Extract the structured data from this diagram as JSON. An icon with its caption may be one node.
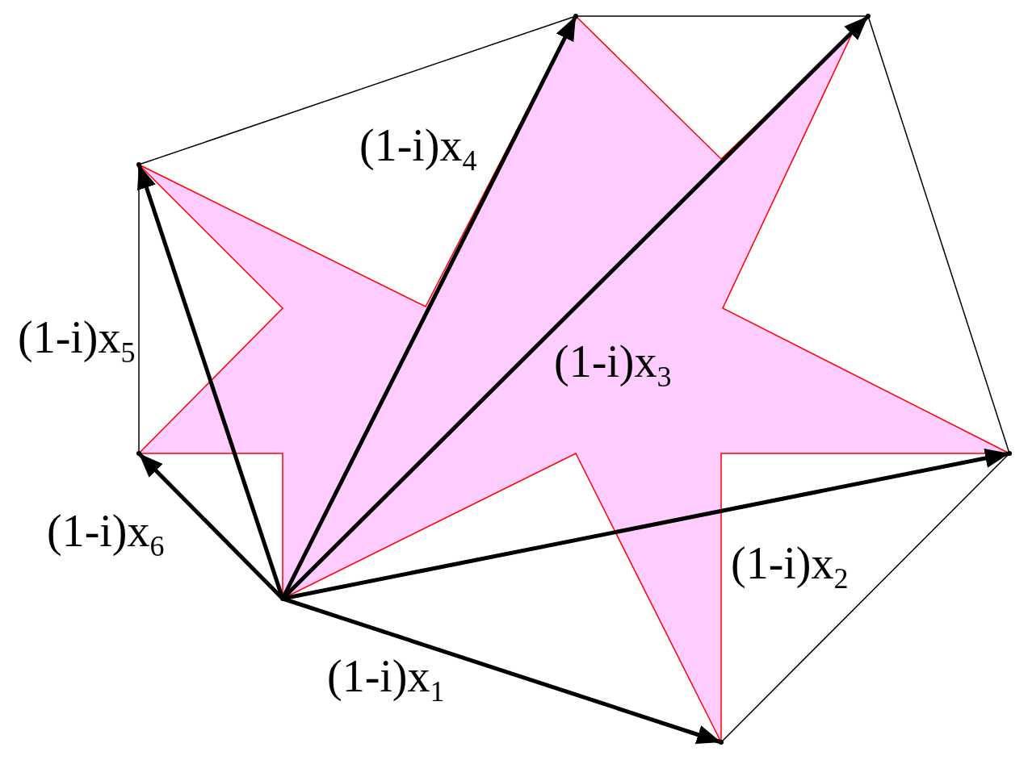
{
  "diagram": {
    "nodes": [
      {
        "text": [],
        "shape": "point"
      },
      {
        "text": [],
        "shape": "point"
      },
      {
        "text": [],
        "shape": "point"
      },
      {
        "text": [],
        "shape": "point"
      },
      {
        "text": [],
        "shape": "point"
      },
      {
        "text": [],
        "shape": "point"
      },
      {
        "text": [],
        "shape": "point"
      }
    ],
    "edges": [
      {
        "from": 0,
        "to": 1,
        "arrow": "to",
        "label": "(1-i)x$_{1}$"
      },
      {
        "from": 0,
        "to": 2,
        "arrow": "to",
        "label": "(1-i)x$_{2}$"
      },
      {
        "from": 0,
        "to": 3,
        "arrow": "to",
        "label": "(1-i)x$_{3}$"
      },
      {
        "from": 0,
        "to": 4,
        "arrow": "to",
        "label": "(1-i)x$_{4}$"
      },
      {
        "from": 0,
        "to": 5,
        "arrow": "to",
        "label": "(1-i)x$_{5}$"
      },
      {
        "from": 0,
        "to": 6,
        "arrow": "to",
        "label": "(1-i)x$_{6}$"
      },
      {
        "from": 1,
        "to": 2,
        "arrow": "none"
      },
      {
        "from": 2,
        "to": 3,
        "arrow": "none"
      },
      {
        "from": 3,
        "to": 4,
        "arrow": "none"
      },
      {
        "from": 4,
        "to": 5,
        "arrow": "none"
      },
      {
        "from": 5,
        "to": 6,
        "arrow": "none"
      }
    ]
  }
}
